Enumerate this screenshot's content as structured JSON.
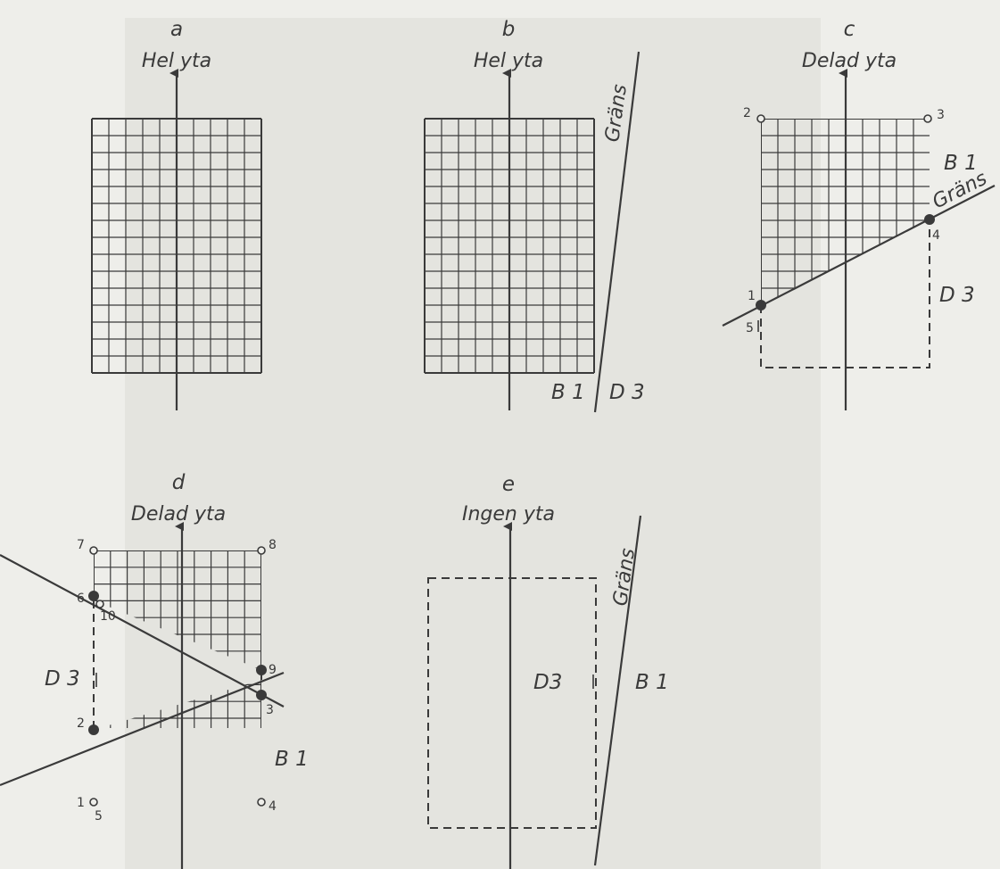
{
  "panels": {
    "a": {
      "letter": "a",
      "title": "Hel yta"
    },
    "b": {
      "letter": "b",
      "title": "Hel yta",
      "boundary": "Gräns",
      "left_zone": "B 1",
      "right_zone": "D 3"
    },
    "c": {
      "letter": "c",
      "title": "Delad yta",
      "boundary": "Gräns",
      "upper_zone": "B 1",
      "lower_zone": "D 3",
      "points": {
        "p1": "1",
        "p2": "2",
        "p3": "3",
        "p4": "4",
        "p5": "5"
      }
    },
    "d": {
      "letter": "d",
      "title": "Delad yta",
      "left_zone": "D 3",
      "right_zone": "B 1",
      "points": {
        "p1": "1",
        "p2": "2",
        "p3": "3",
        "p4": "4",
        "p5": "5",
        "p6": "6",
        "p7": "7",
        "p8": "8",
        "p9": "9",
        "p10": "10"
      }
    },
    "e": {
      "letter": "e",
      "title": "Ingen yta",
      "boundary": "Gräns",
      "inner_zone": "D3",
      "outer_zone": "B 1"
    }
  },
  "colors": {
    "ink": "#3a3a3a",
    "background": "#eeeeea",
    "panel": "#e4e4df"
  }
}
